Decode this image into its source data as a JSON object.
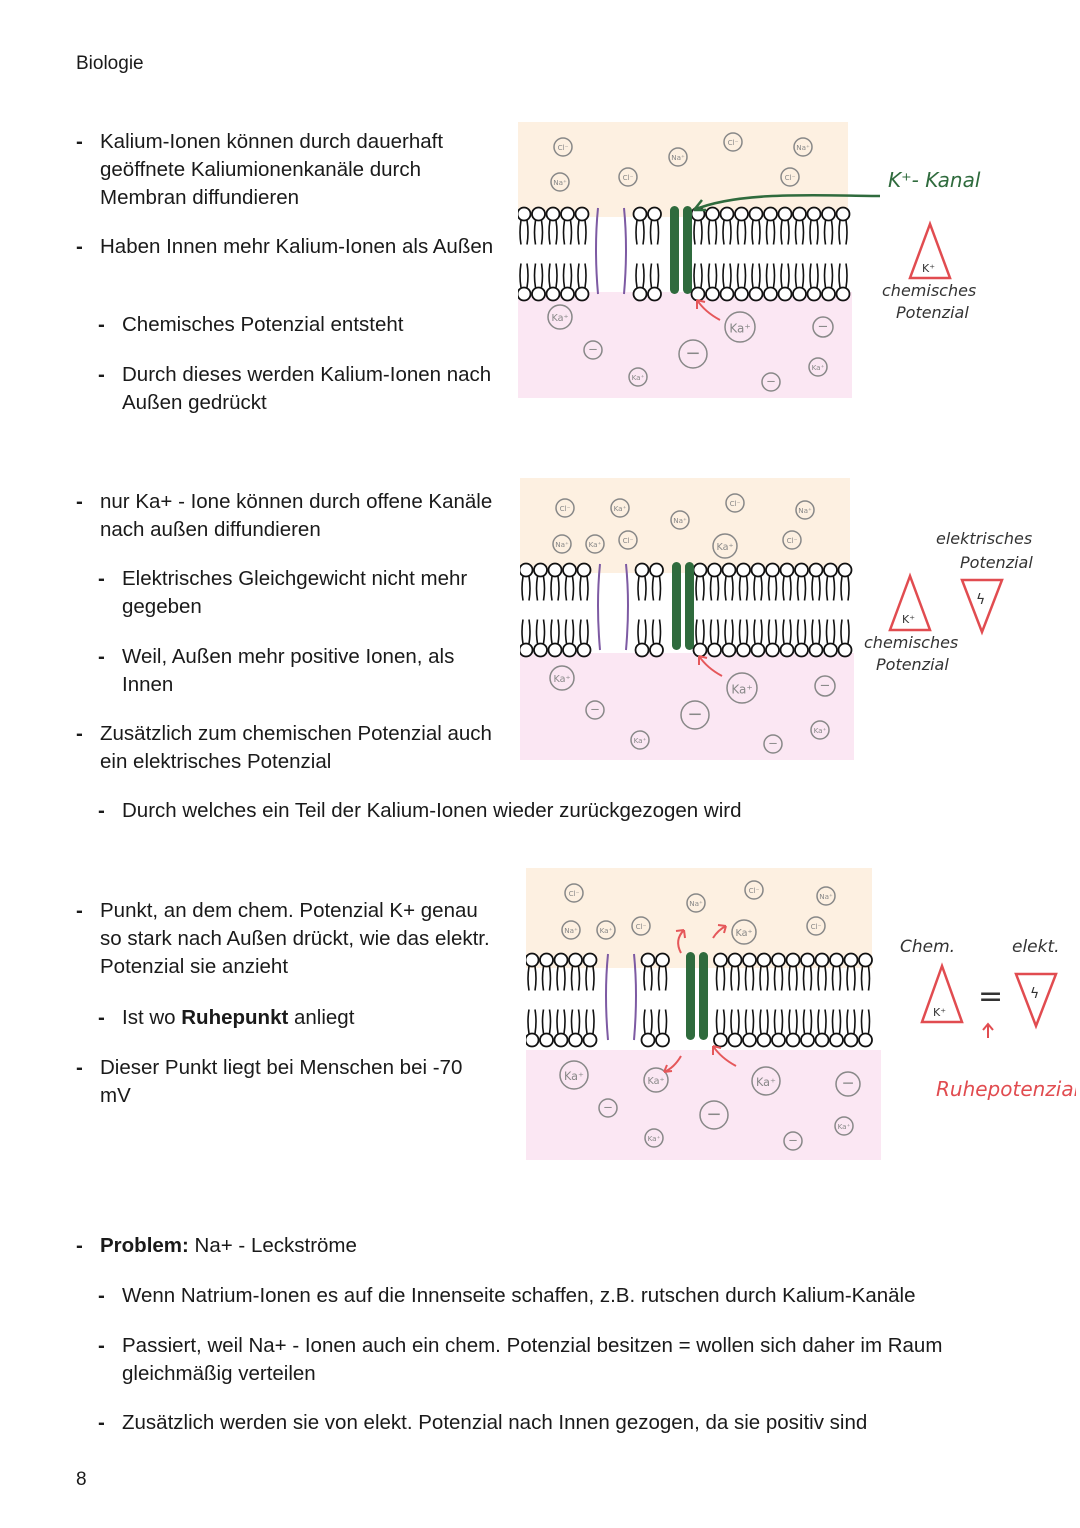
{
  "header": "Biologie",
  "page_number": "8",
  "sections": {
    "s1": {
      "b1": "Kalium-Ionen können durch dauerhaft geöffnete Kaliumionenkanäle durch Membran diffundieren",
      "b2": "Haben Innen mehr Kalium-Ionen als Außen",
      "b2a": "Chemisches Potenzial entsteht",
      "b2b": "Durch dieses werden Kalium-Ionen nach Außen gedrückt"
    },
    "s2": {
      "b1": "nur Ka+ - Ione können durch offene Kanäle nach außen diffundieren",
      "b1a": "Elektrisches Gleichgewicht nicht mehr gegeben",
      "b1b": "Weil, Außen mehr positive Ionen, als Innen",
      "b2": "Zusätzlich zum chemischen Potenzial auch ein elektrisches Potenzial",
      "b2a": "Durch welches ein Teil der Kalium-Ionen wieder zurückgezogen wird"
    },
    "s3": {
      "b1": "Punkt, an dem chem. Potenzial K+ genau so stark nach Außen drückt, wie das elektr. Potenzial sie anzieht",
      "b1a_pre": "Ist wo ",
      "b1a_bold": "Ruhepunkt",
      "b1a_post": " anliegt",
      "b2": "Dieser Punkt liegt bei Menschen bei -70 mV"
    },
    "s4": {
      "b1_bold": "Problem:",
      "b1_rest": " Na+ - Leckströme",
      "b1a": "Wenn Natrium-Ionen es auf die Innenseite schaffen, z.B. rutschen durch Kalium-Kanäle",
      "b1b": "Passiert, weil Na+ - Ionen auch ein chem. Potenzial besitzen = wollen sich daher im Raum gleichmäßig verteilen",
      "b1c": "Zusätzlich werden sie von elekt. Potenzial nach Innen gezogen, da sie positiv sind"
    }
  },
  "diagram1": {
    "channel_label": "K⁺- Kanal",
    "triangle_label": "K⁺",
    "chem_label_1": "chemisches",
    "chem_label_2": "Potenzial"
  },
  "diagram2": {
    "elek_label_1": "elektrisches",
    "elek_label_2": "Potenzial",
    "triangle_label": "K⁺",
    "chem_label_1": "chemisches",
    "chem_label_2": "Potenzial"
  },
  "diagram3": {
    "chem_label": "Chem.",
    "elek_label": "elekt.",
    "triangle_label": "K⁺",
    "ruhe_label": "Ruhepotenzial"
  },
  "ions": {
    "cl": "Cl⁻",
    "na": "Na⁺",
    "ka": "Ka⁺",
    "minus": "−"
  },
  "colors": {
    "outside": "#fdf0e1",
    "inside": "#fbe7f3",
    "channel": "#2f6b3d",
    "arrow_red": "#e5575a",
    "label_green": "#2f6b3d",
    "label_red": "#e14c50"
  }
}
